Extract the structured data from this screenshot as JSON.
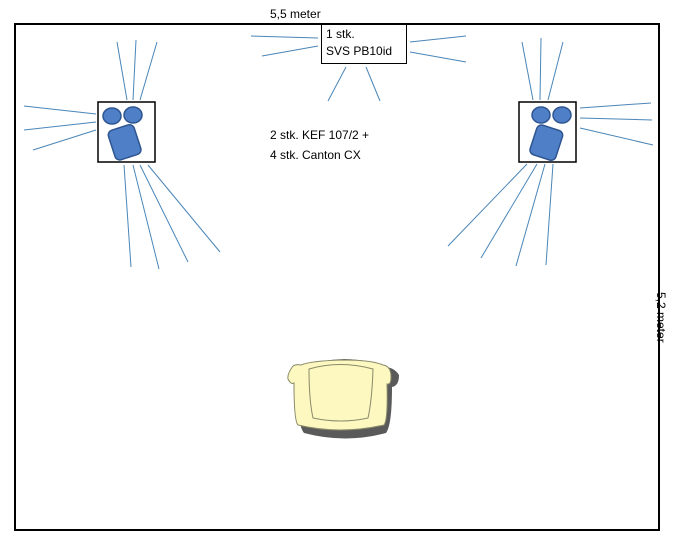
{
  "room": {
    "width_label": "5,5 meter",
    "height_label": "5,2 meter"
  },
  "subwoofer": {
    "line1": "1 stk.",
    "line2": "SVS PB10id"
  },
  "speakers": {
    "line1": "2 stk. KEF 107/2  +",
    "line2": "4 stk. Canton CX"
  },
  "colors": {
    "speaker_fill": "#4f7fc6",
    "speaker_stroke": "#2e5591",
    "sound_lines": "#4a86b8",
    "chair_fill": "#fcf8c0",
    "chair_shadow": "#5a5a5a"
  }
}
